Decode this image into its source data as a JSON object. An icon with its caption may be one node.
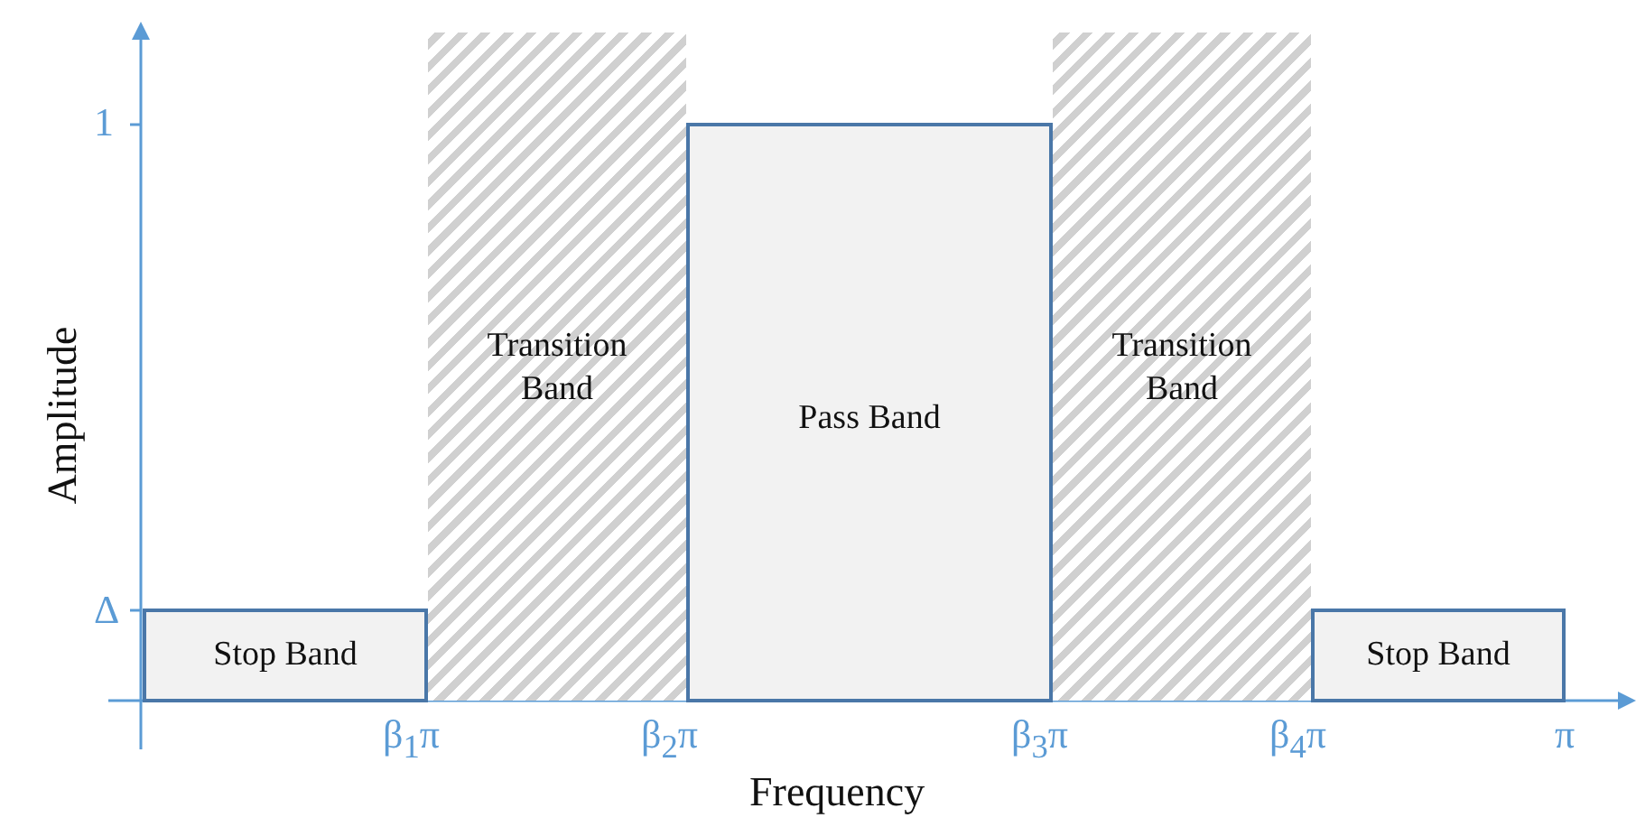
{
  "diagram": {
    "nodes": [
      {
        "text": [
          "Stop Band"
        ]
      },
      {
        "text": [
          "Transition Band"
        ]
      },
      {
        "text": [
          "Pass Band"
        ]
      },
      {
        "text": [
          "Transition Band"
        ]
      },
      {
        "text": [
          "Stop Band"
        ]
      }
    ],
    "labels": [
      "1",
      "Δ",
      "Amplitude",
      "β$_{1}$π",
      "β$_{2}$π",
      "β$_{3}$π",
      "β$_{4}$π",
      "π",
      "Frequency"
    ]
  }
}
